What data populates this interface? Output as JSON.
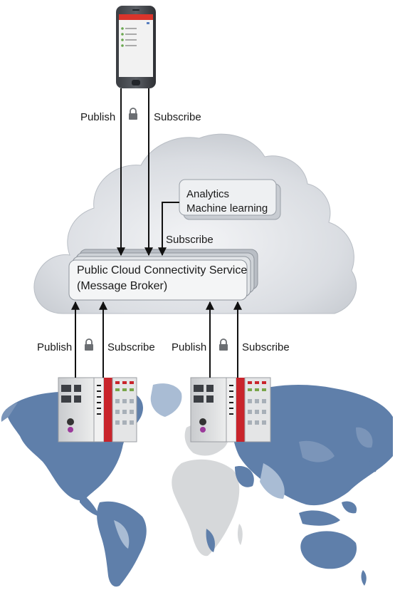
{
  "labels": {
    "phone_publish": "Publish",
    "phone_subscribe": "Subscribe",
    "analytics_line1": "Analytics",
    "analytics_line2": "Machine learning",
    "broker_subscribe": "Subscribe",
    "broker_line1": "Public Cloud Connectivity Service",
    "broker_line2": "(Message Broker)",
    "left_publish": "Publish",
    "left_subscribe": "Subscribe",
    "right_publish": "Publish",
    "right_subscribe": "Subscribe"
  },
  "colors": {
    "map_blue": "#5f7faa",
    "map_light_blue": "#a9bcd4",
    "map_grey": "#d6d8da",
    "cloud_fill": "#dfe2e6",
    "phone_accent": "#d9342b",
    "plc_red": "#c9242b",
    "arrow": "#111111"
  },
  "icons": [
    "lock-icon",
    "arrow-icon",
    "smartphone-icon",
    "plc-controller-icon",
    "cloud-icon",
    "world-map-icon"
  ]
}
